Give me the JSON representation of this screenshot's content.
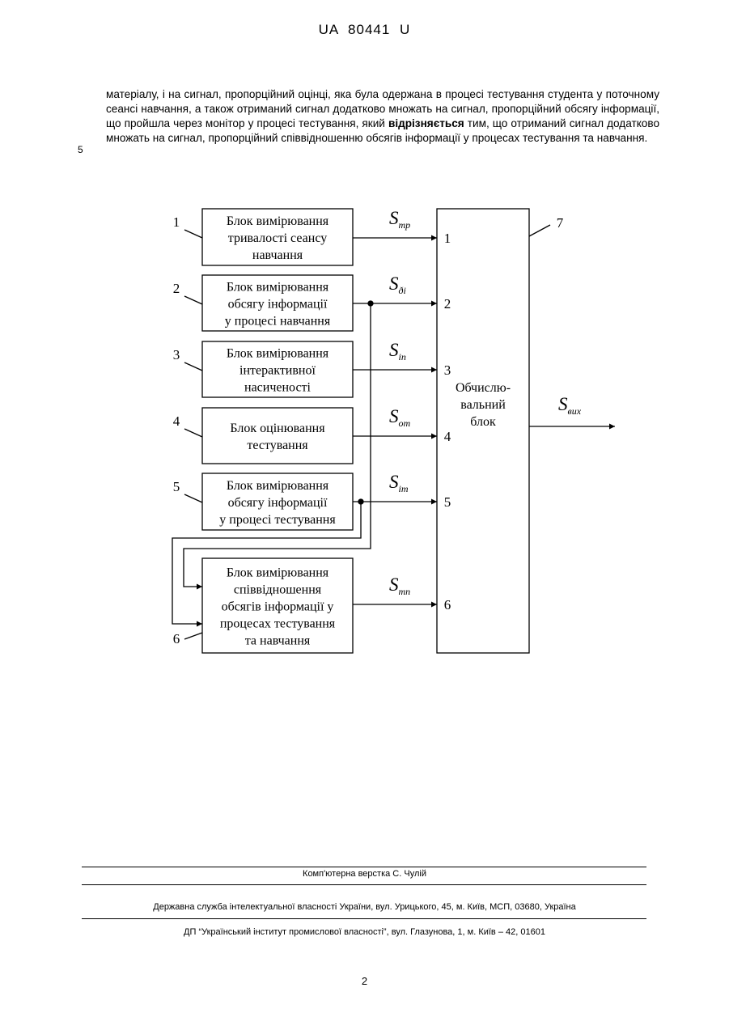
{
  "header": {
    "doc_id": "UA   80441   U"
  },
  "body": {
    "line_number": "5",
    "paragraph_before": "матеріалу, і на сигнал, пропорційний оцінці, яка була одержана в процесі тестування студента у поточному сеансі навчання, а також отриманий сигнал додатково множать на сигнал, пропорційний обсягу інформації, що пройшла через монітор у процесі тестування, який",
    "paragraph_bold": "відрізняється",
    "paragraph_after": " тим, що отриманий сигнал додатково множать на сигнал, пропорційний співвідношенню обсягів інформації у процесах тестування та навчання."
  },
  "diagram": {
    "blocks": [
      {
        "num": "1",
        "lines": [
          "Блок вимірювання",
          "тривалості сеансу",
          "навчання"
        ]
      },
      {
        "num": "2",
        "lines": [
          "Блок вимірювання",
          "обсягу інформації",
          "у процесі навчання"
        ]
      },
      {
        "num": "3",
        "lines": [
          "Блок вимірювання",
          "інтерактивної",
          "насиченості"
        ]
      },
      {
        "num": "4",
        "lines": [
          "Блок оцінювання",
          "тестування"
        ]
      },
      {
        "num": "5",
        "lines": [
          "Блок вимірювання",
          "обсягу інформації",
          "у процесі тестування"
        ]
      },
      {
        "num": "6",
        "lines": [
          "Блок вимірювання",
          "співвідношення",
          "обсягів інформації у",
          "процесах тестування",
          "та навчання"
        ]
      }
    ],
    "signals": [
      {
        "main": "S",
        "sub": "тр"
      },
      {
        "main": "S",
        "sub": "ðі"
      },
      {
        "main": "S",
        "sub": "in"
      },
      {
        "main": "S",
        "sub": "от"
      },
      {
        "main": "S",
        "sub": "im"
      },
      {
        "main": "S",
        "sub": "тп"
      }
    ],
    "inputs": [
      "1",
      "2",
      "3",
      "4",
      "5",
      "6"
    ],
    "compute_block": {
      "num": "7",
      "lines": [
        "Обчислю-",
        "вальний",
        "блок"
      ]
    },
    "output_signal": {
      "main": "S",
      "sub": "вих"
    }
  },
  "footer": {
    "compositor": "Комп'ютерна верстка С. Чулій",
    "service": "Державна служба інтелектуальної власності України, вул. Урицького, 45, м. Київ, МСП, 03680, Україна",
    "institute": "ДП “Український інститут промислової власності”, вул. Глазунова, 1, м. Київ – 42, 01601",
    "page_number": "2"
  }
}
